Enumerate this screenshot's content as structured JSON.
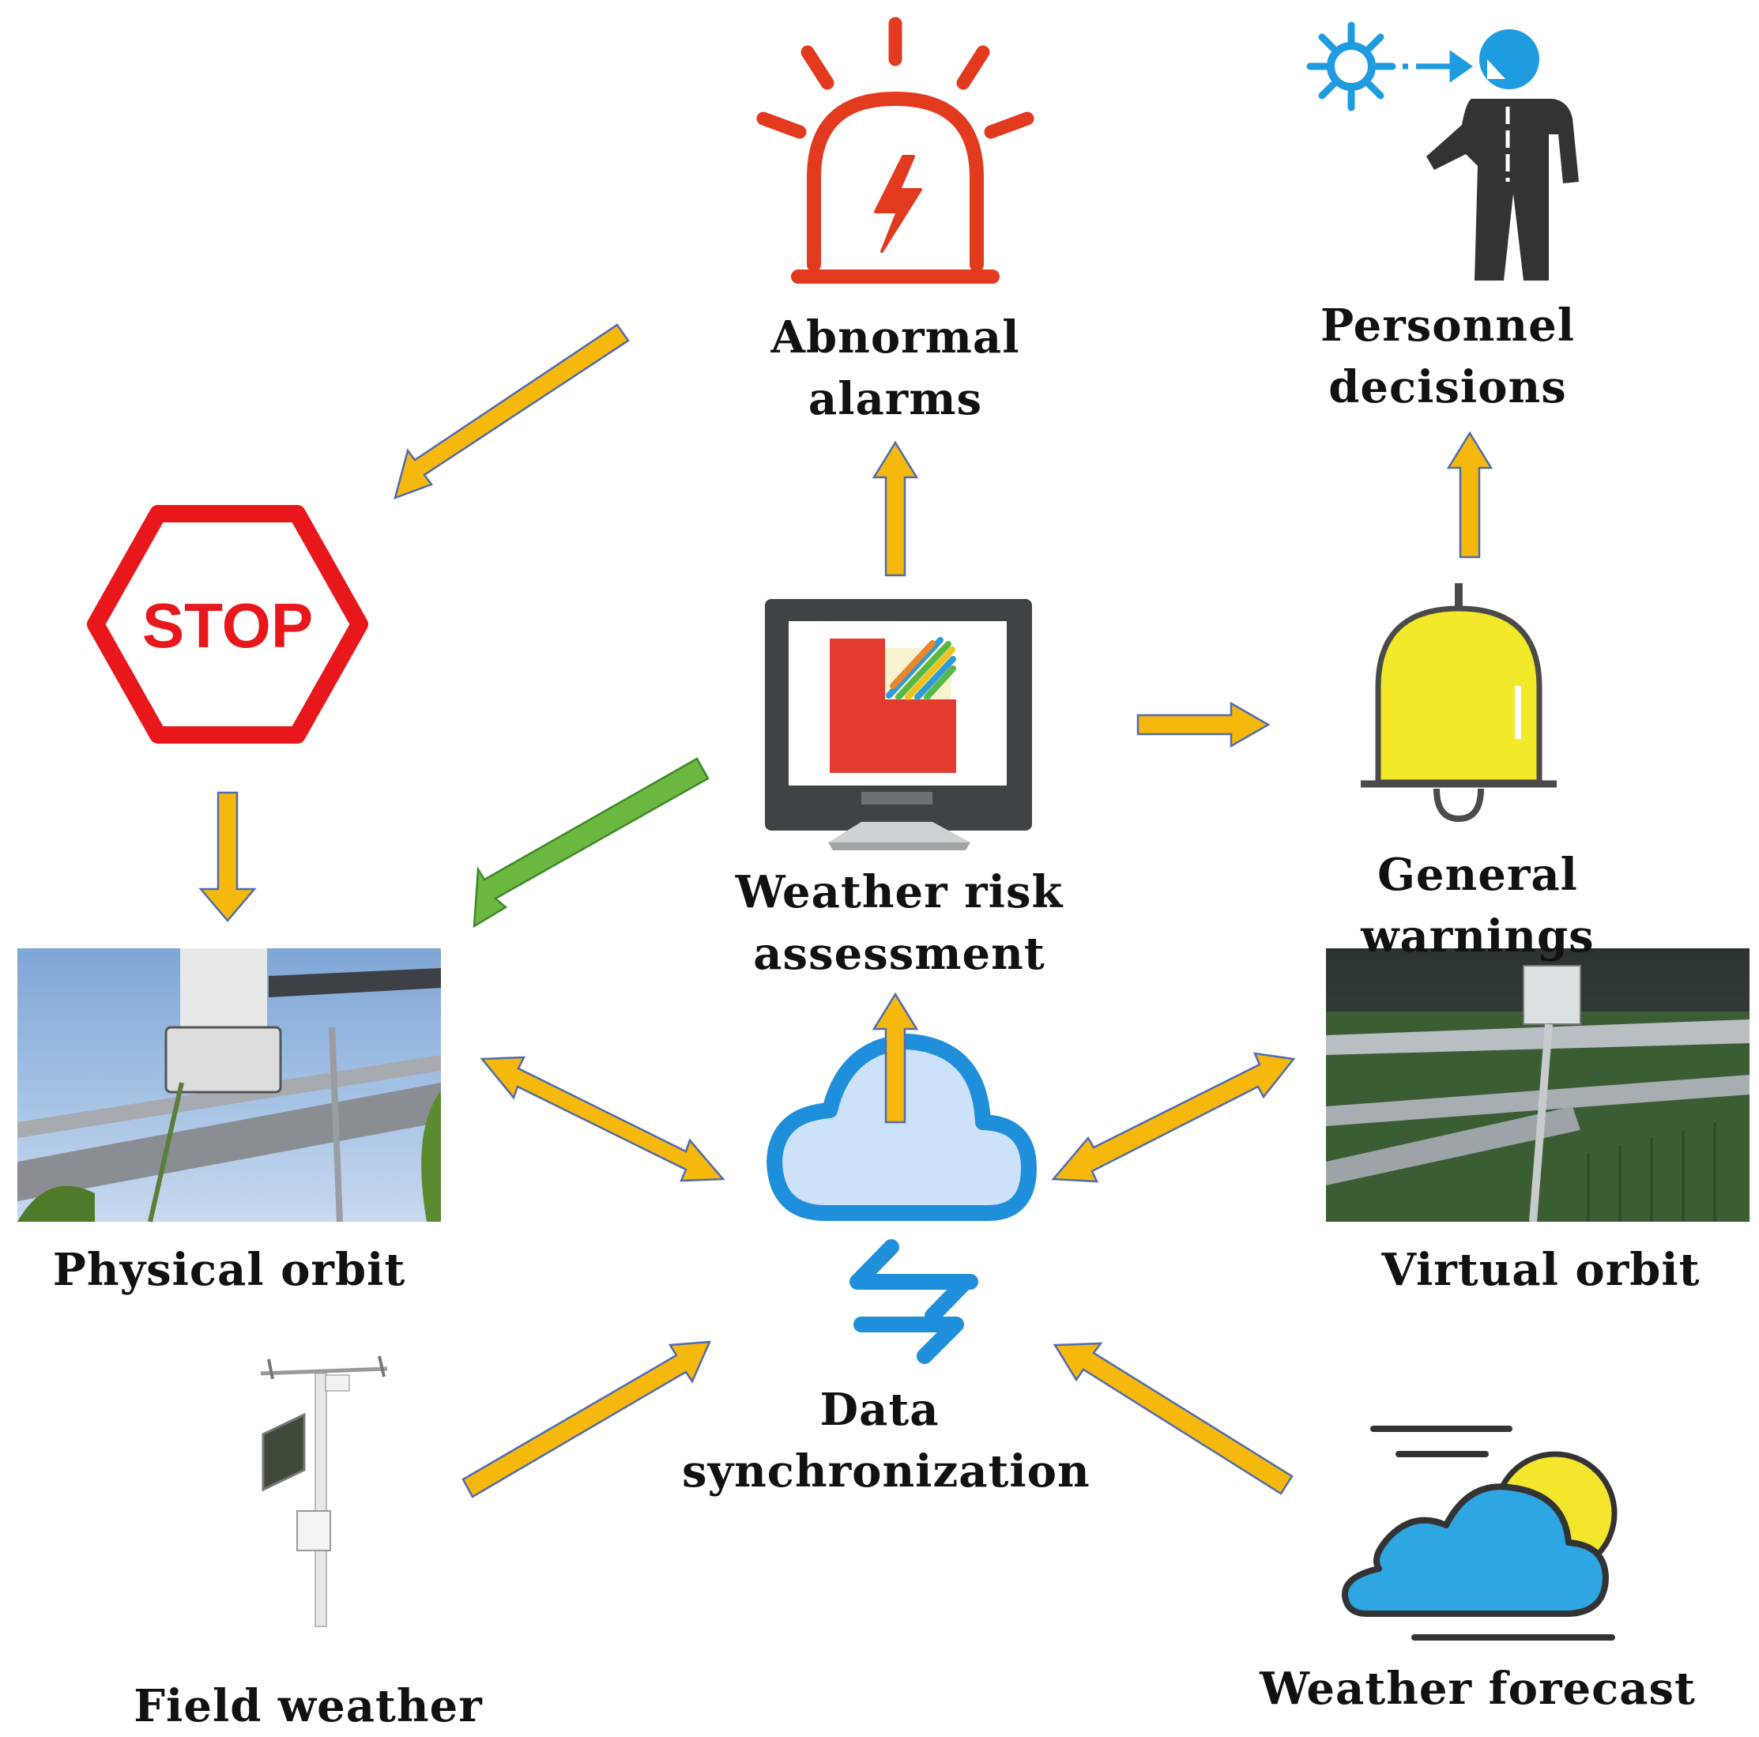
{
  "nodes": {
    "abnormal_alarms": "Abnormal\nalarms",
    "personnel_decisions": "Personnel\ndecisions",
    "weather_risk_assessment": "Weather risk\nassessment",
    "general_warnings": "General warnings",
    "physical_orbit": "Physical orbit",
    "virtual_orbit": "Virtual orbit",
    "data_synchronization": "Data\nsynchronization",
    "field_weather": "Field weather",
    "weather_forecast": "Weather forecast"
  },
  "stop_sign": {
    "text": "STOP"
  },
  "colors": {
    "arrow_fill": "#f6b80d",
    "arrow_stroke": "#4f6bb0",
    "arrow_green": "#6bb73f",
    "alarm_red": "#e23a1f",
    "stop_red": "#e8171b",
    "bell_yellow": "#f2e92b",
    "cloud_blue": "#1f8fdc",
    "person_dark": "#333333"
  },
  "icons": [
    "alarm-light-icon",
    "person-decision-icon",
    "stop-sign-icon",
    "monitor-chart-icon",
    "bell-icon",
    "cloud-sync-icon",
    "weather-forecast-icon",
    "weather-station-icon"
  ]
}
